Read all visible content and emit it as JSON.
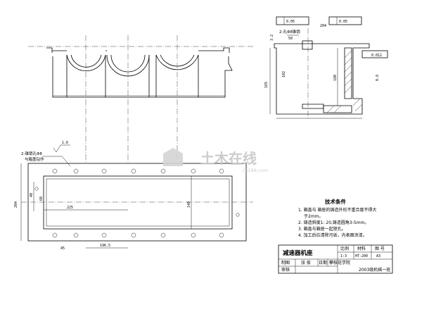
{
  "top_view": {
    "note_main": "2-锥销孔Φ8",
    "note_sub": "与箱盖钻作",
    "roughness": "1.6",
    "dims": {
      "inner_left": "40",
      "offset_small": "60",
      "width_total": "204",
      "width_inner": "140",
      "center_dist": "225",
      "bottom_dist": "196.5",
      "hole_dist": "45"
    }
  },
  "section_view": {
    "flatness_tol": "0.05",
    "perp_tol": "0.05",
    "roughness_top": "3.2",
    "note": "2-孔Φ8锥销",
    "dims": {
      "top_width": "204",
      "pitch": "50",
      "height": "180",
      "flange": "102",
      "base_h": "165",
      "tol_side": "0.012",
      "side_rough": "0.8"
    }
  },
  "tech": {
    "heading": "技术条件",
    "items": [
      "1. 箱盖与 箱座的铸造外形不重合度不得大",
      "于2mm。",
      "2. 铸造斜度1: 20,铸造圆角3-5mm。",
      "3. 箱盖与箱座一起镗孔。",
      "4. 加工后应清除污垢，内表面涂漆。"
    ]
  },
  "title_block": {
    "part_name": "减速器机座",
    "h_scale": "比例",
    "h_material": "材料",
    "h_drawing_no": "图 号",
    "scale": "1:3",
    "material": "HT-200",
    "drawing_no": "A3",
    "drawn_by_label": "制图",
    "drawn_by": "张 俊",
    "date_label": "日期",
    "school": "攀枝花学院",
    "review_label": "审核",
    "class_name": "2003级机械一班"
  },
  "watermark": {
    "main": "土木在线",
    "sub": "co188.com"
  }
}
